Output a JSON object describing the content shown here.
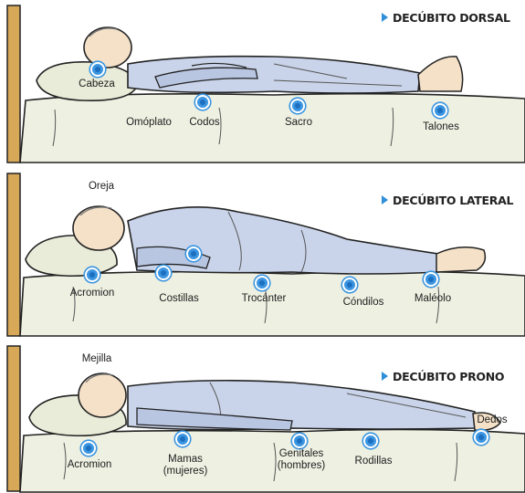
{
  "colors": {
    "accent": "#3b95e0",
    "pajama": "#c9d4ea",
    "mattress": "#eef0e2",
    "headboard": "#d8a859",
    "skin": "#f4e1c8"
  },
  "panels": [
    {
      "title": "DECÚBITO DORSAL",
      "points": [
        {
          "label": "Cabeza"
        },
        {
          "label": "Omóplato"
        },
        {
          "label": "Codos"
        },
        {
          "label": "Sacro"
        },
        {
          "label": "Talones"
        }
      ]
    },
    {
      "title": "DECÚBITO LATERAL",
      "points": [
        {
          "label": "Oreja"
        },
        {
          "label": "Acromion"
        },
        {
          "label": "Costillas"
        },
        {
          "label": "Trocánter"
        },
        {
          "label": "Cóndilos"
        },
        {
          "label": "Maléolo"
        }
      ]
    },
    {
      "title": "DECÚBITO PRONO",
      "points": [
        {
          "label": "Mejilla"
        },
        {
          "label": "Acromion"
        },
        {
          "label": "Mamas (mujeres)"
        },
        {
          "label": "Genitales (hombres)"
        },
        {
          "label": "Rodillas"
        },
        {
          "label": "Dedos"
        }
      ]
    }
  ]
}
